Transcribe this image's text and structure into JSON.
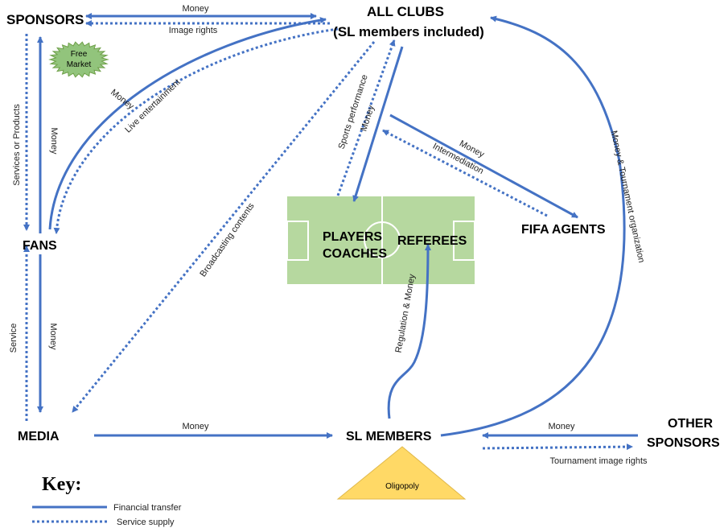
{
  "nodes": {
    "sponsors": "SPONSORS",
    "all_clubs_line1": "ALL CLUBS",
    "all_clubs_line2": "(SL members included)",
    "fans": "FANS",
    "media": "MEDIA",
    "sl_members": "SL MEMBERS",
    "other_sponsors_line1": "OTHER",
    "other_sponsors_line2": "SPONSORS",
    "fifa_agents": "FIFA AGENTS",
    "players_line1": "PLAYERS",
    "players_line2": "COACHES",
    "referees": "REFEREES"
  },
  "badges": {
    "free_market_line1": "Free",
    "free_market_line2": "Market",
    "oligopoly": "Oligopoly"
  },
  "edge_labels": {
    "sponsors_clubs_money": "Money",
    "sponsors_clubs_image": "Image rights",
    "sponsors_fans_services": "Services or Products",
    "fans_sponsors_money": "Money",
    "fans_clubs_money": "Money",
    "clubs_fans_entertainment": "Live entertainment",
    "clubs_media_broadcasting": "Broadcasting contents",
    "players_clubs_performance": "Sports performance",
    "clubs_players_money": "Money",
    "clubs_agents_money": "Money",
    "agents_clubs_intermediation": "Intermediation",
    "sl_clubs_money_tournament": "Money & Tournament organization",
    "sl_referees": "Regulation & Money",
    "media_fans_service": "Service",
    "fans_media_money": "Money",
    "media_sl_money": "Money",
    "other_sl_money": "Money",
    "sl_other_image": "Tournament image rights"
  },
  "key": {
    "title": "Key:",
    "financial": "Financial transfer",
    "service": "Service supply"
  },
  "colors": {
    "arrow": "#4472C4",
    "field": "#A9D18E",
    "free_market": "#92C47C",
    "oligopoly": "#FFD966"
  }
}
